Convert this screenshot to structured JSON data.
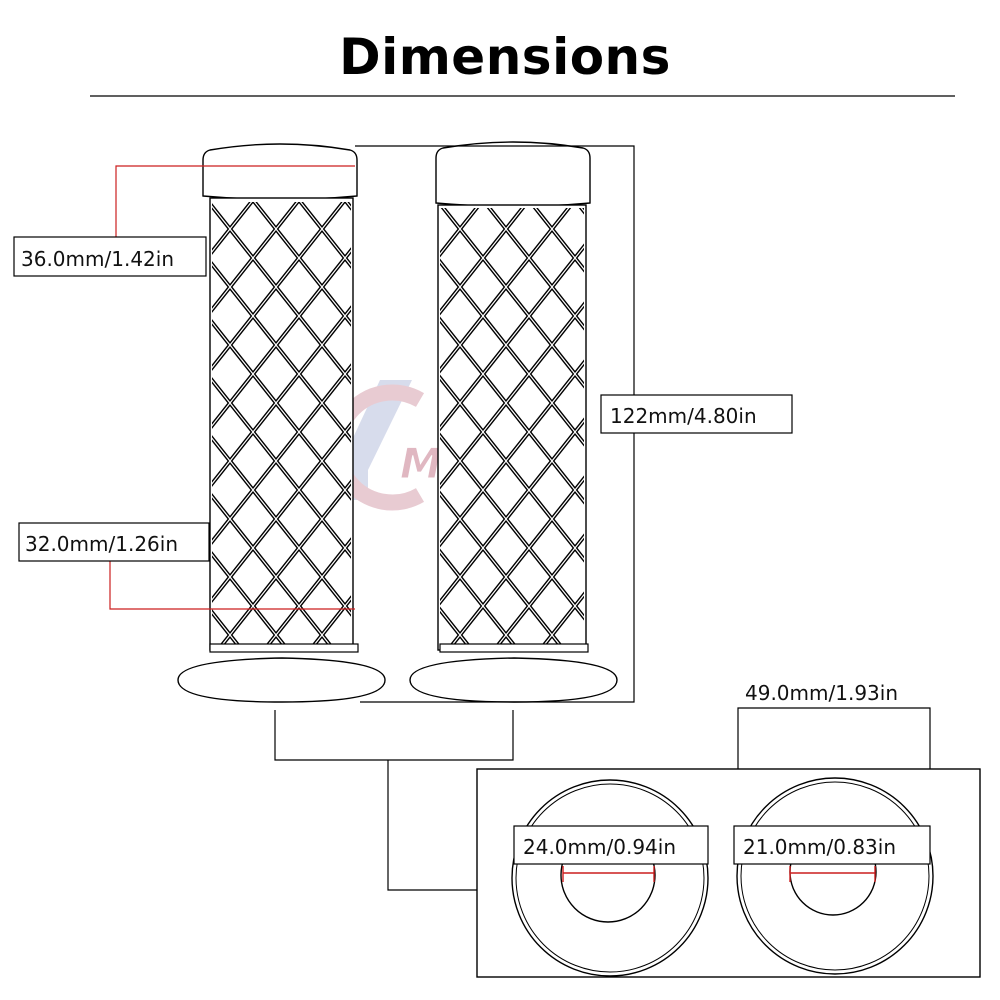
{
  "title": "Dimensions",
  "labels": {
    "grip_outer_diameter": "36.0mm/1.42in",
    "grip_body_diameter": "32.0mm/1.26in",
    "grip_length": "122mm/4.80in",
    "flange_diameter": "49.0mm/1.93in",
    "inner_diameter_left": "24.0mm/0.94in",
    "inner_diameter_right": "21.0mm/0.83in"
  },
  "watermark": "MOTOR",
  "colors": {
    "dimension_line": "#cc1f1f",
    "watermark": "#c9a0ad",
    "ink": "#000000"
  },
  "icons": {
    "watermark_logo": "yc-motor-logo"
  }
}
